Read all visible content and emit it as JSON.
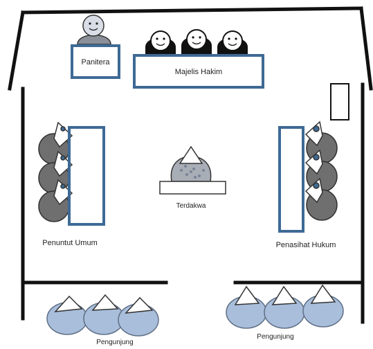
{
  "labels": {
    "panitera": "Panitera",
    "majelis_hakim": "Majelis Hakim",
    "terdakwa": "Terdakwa",
    "penuntut_umum": "Penuntut Umum",
    "penasihat_hukum": "Penasihat Hukum",
    "pengunjung_left": "Pengunjung",
    "pengunjung_right": "Pengunjung"
  },
  "colors": {
    "wall": "#111111",
    "desk_border": "#3e6a95",
    "visitor_fill": "#a9bedb",
    "visitor_stroke": "#5f6f86",
    "attorney_fill": "#6f6f6f",
    "judge_fill": "#111111",
    "clerk_head": "#d8dde6",
    "clerk_body": "#8a8f98",
    "defendant_fill": "#a8adb6"
  },
  "icons": {
    "judge": "smiley-face-black-robe-icon",
    "clerk": "smiley-face-grey-icon",
    "attorney": "top-view-person-icon",
    "visitor": "top-view-person-icon",
    "defendant": "top-view-person-icon"
  }
}
